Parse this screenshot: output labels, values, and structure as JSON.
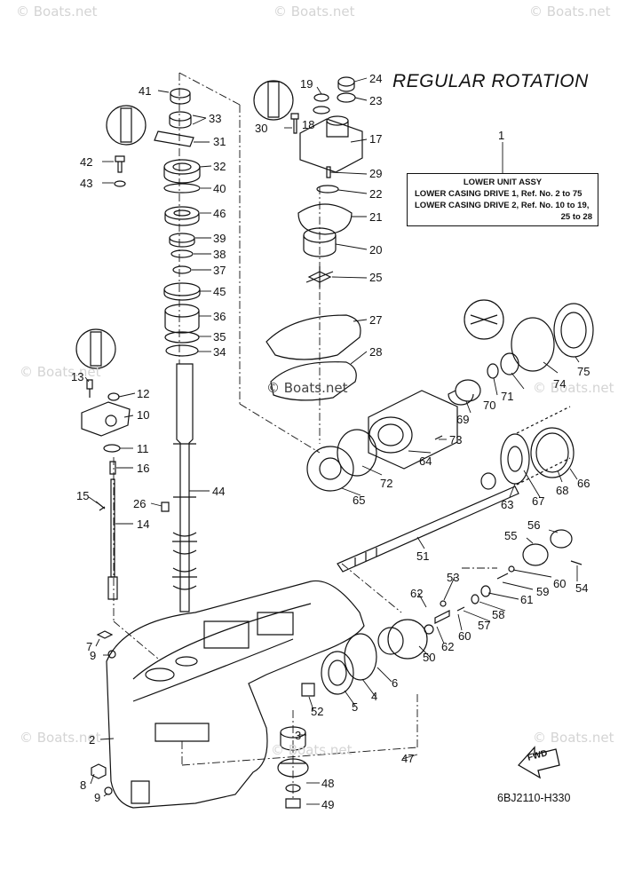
{
  "watermark": "© Boats.net",
  "title": "REGULAR ROTATION",
  "legend": {
    "header": "LOWER UNIT ASSY",
    "line1": "LOWER CASING DRIVE 1,  Ref. No. 2 to 75",
    "line2": "LOWER CASING DRIVE 2,  Ref. No. 10 to 19,",
    "line3": "25 to 28"
  },
  "fwd_label": "FWD",
  "drawing_code": "6BJ2110-H330",
  "callouts": [
    {
      "id": "1",
      "text": "1"
    },
    {
      "id": "2",
      "text": "2"
    },
    {
      "id": "3",
      "text": "3"
    },
    {
      "id": "4",
      "text": "4"
    },
    {
      "id": "5",
      "text": "5"
    },
    {
      "id": "6",
      "text": "6"
    },
    {
      "id": "7",
      "text": "7"
    },
    {
      "id": "8",
      "text": "8"
    },
    {
      "id": "9a",
      "text": "9"
    },
    {
      "id": "9b",
      "text": "9"
    },
    {
      "id": "10",
      "text": "10"
    },
    {
      "id": "11",
      "text": "11"
    },
    {
      "id": "12",
      "text": "12"
    },
    {
      "id": "13",
      "text": "13"
    },
    {
      "id": "14",
      "text": "14"
    },
    {
      "id": "15",
      "text": "15"
    },
    {
      "id": "16",
      "text": "16"
    },
    {
      "id": "17",
      "text": "17"
    },
    {
      "id": "18",
      "text": "18"
    },
    {
      "id": "19",
      "text": "19"
    },
    {
      "id": "20",
      "text": "20"
    },
    {
      "id": "21",
      "text": "21"
    },
    {
      "id": "22",
      "text": "22"
    },
    {
      "id": "23",
      "text": "23"
    },
    {
      "id": "24",
      "text": "24"
    },
    {
      "id": "25",
      "text": "25"
    },
    {
      "id": "26",
      "text": "26"
    },
    {
      "id": "27",
      "text": "27"
    },
    {
      "id": "28",
      "text": "28"
    },
    {
      "id": "29",
      "text": "29"
    },
    {
      "id": "30",
      "text": "30"
    },
    {
      "id": "31",
      "text": "31"
    },
    {
      "id": "32",
      "text": "32"
    },
    {
      "id": "33",
      "text": "33"
    },
    {
      "id": "34",
      "text": "34"
    },
    {
      "id": "35",
      "text": "35"
    },
    {
      "id": "36",
      "text": "36"
    },
    {
      "id": "37",
      "text": "37"
    },
    {
      "id": "38",
      "text": "38"
    },
    {
      "id": "39",
      "text": "39"
    },
    {
      "id": "40",
      "text": "40"
    },
    {
      "id": "41",
      "text": "41"
    },
    {
      "id": "42",
      "text": "42"
    },
    {
      "id": "43",
      "text": "43"
    },
    {
      "id": "44",
      "text": "44"
    },
    {
      "id": "45",
      "text": "45"
    },
    {
      "id": "46",
      "text": "46"
    },
    {
      "id": "47",
      "text": "47"
    },
    {
      "id": "48",
      "text": "48"
    },
    {
      "id": "49",
      "text": "49"
    },
    {
      "id": "50",
      "text": "50"
    },
    {
      "id": "51",
      "text": "51"
    },
    {
      "id": "52",
      "text": "52"
    },
    {
      "id": "53",
      "text": "53"
    },
    {
      "id": "54",
      "text": "54"
    },
    {
      "id": "55",
      "text": "55"
    },
    {
      "id": "56",
      "text": "56"
    },
    {
      "id": "57",
      "text": "57"
    },
    {
      "id": "58",
      "text": "58"
    },
    {
      "id": "59",
      "text": "59"
    },
    {
      "id": "60a",
      "text": "60"
    },
    {
      "id": "60b",
      "text": "60"
    },
    {
      "id": "61",
      "text": "61"
    },
    {
      "id": "62a",
      "text": "62"
    },
    {
      "id": "62b",
      "text": "62"
    },
    {
      "id": "63",
      "text": "63"
    },
    {
      "id": "64",
      "text": "64"
    },
    {
      "id": "65",
      "text": "65"
    },
    {
      "id": "66",
      "text": "66"
    },
    {
      "id": "67",
      "text": "67"
    },
    {
      "id": "68",
      "text": "68"
    },
    {
      "id": "69",
      "text": "69"
    },
    {
      "id": "70",
      "text": "70"
    },
    {
      "id": "71",
      "text": "71"
    },
    {
      "id": "72",
      "text": "72"
    },
    {
      "id": "73",
      "text": "73"
    },
    {
      "id": "74",
      "text": "74"
    },
    {
      "id": "75",
      "text": "75"
    }
  ]
}
